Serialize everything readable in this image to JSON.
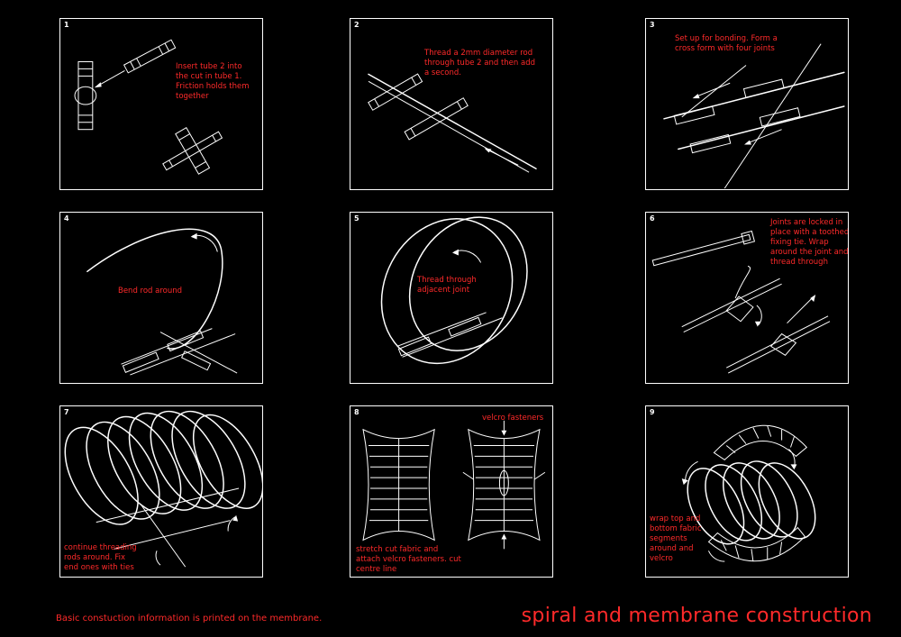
{
  "panels": [
    {
      "num": "1",
      "caption": "Insert tube 2 into\nthe cut in tube 1.\nFriction holds them\ntogether"
    },
    {
      "num": "2",
      "caption": "Thread a 2mm diameter rod\nthrough tube 2 and then add\na second."
    },
    {
      "num": "3",
      "caption": "Set up for bonding. Form a\ncross form with four joints"
    },
    {
      "num": "4",
      "caption": "Bend rod around"
    },
    {
      "num": "5",
      "caption": "Thread through\nadjacent joint"
    },
    {
      "num": "6",
      "caption": "Joints are locked in\nplace with a toothed\nfixing tie. Wrap\naround the joint and\nthread through"
    },
    {
      "num": "7",
      "caption": "continue threading\nrods around. Fix\nend ones with ties"
    },
    {
      "num": "8",
      "caption": "stretch cut fabric and\nattach velcro fasteners. cut\ncentre line",
      "label": "velcro fasteners"
    },
    {
      "num": "9",
      "caption": "wrap top and\nbottom fabric\nsegments\naround and\nvelcro"
    }
  ],
  "footer_note": "Basic constuction information is printed on the membrane.",
  "title": "spiral and membrane construction",
  "colors": {
    "background": "#000000",
    "line": "#ffffff",
    "text": "#ff2a2a"
  }
}
